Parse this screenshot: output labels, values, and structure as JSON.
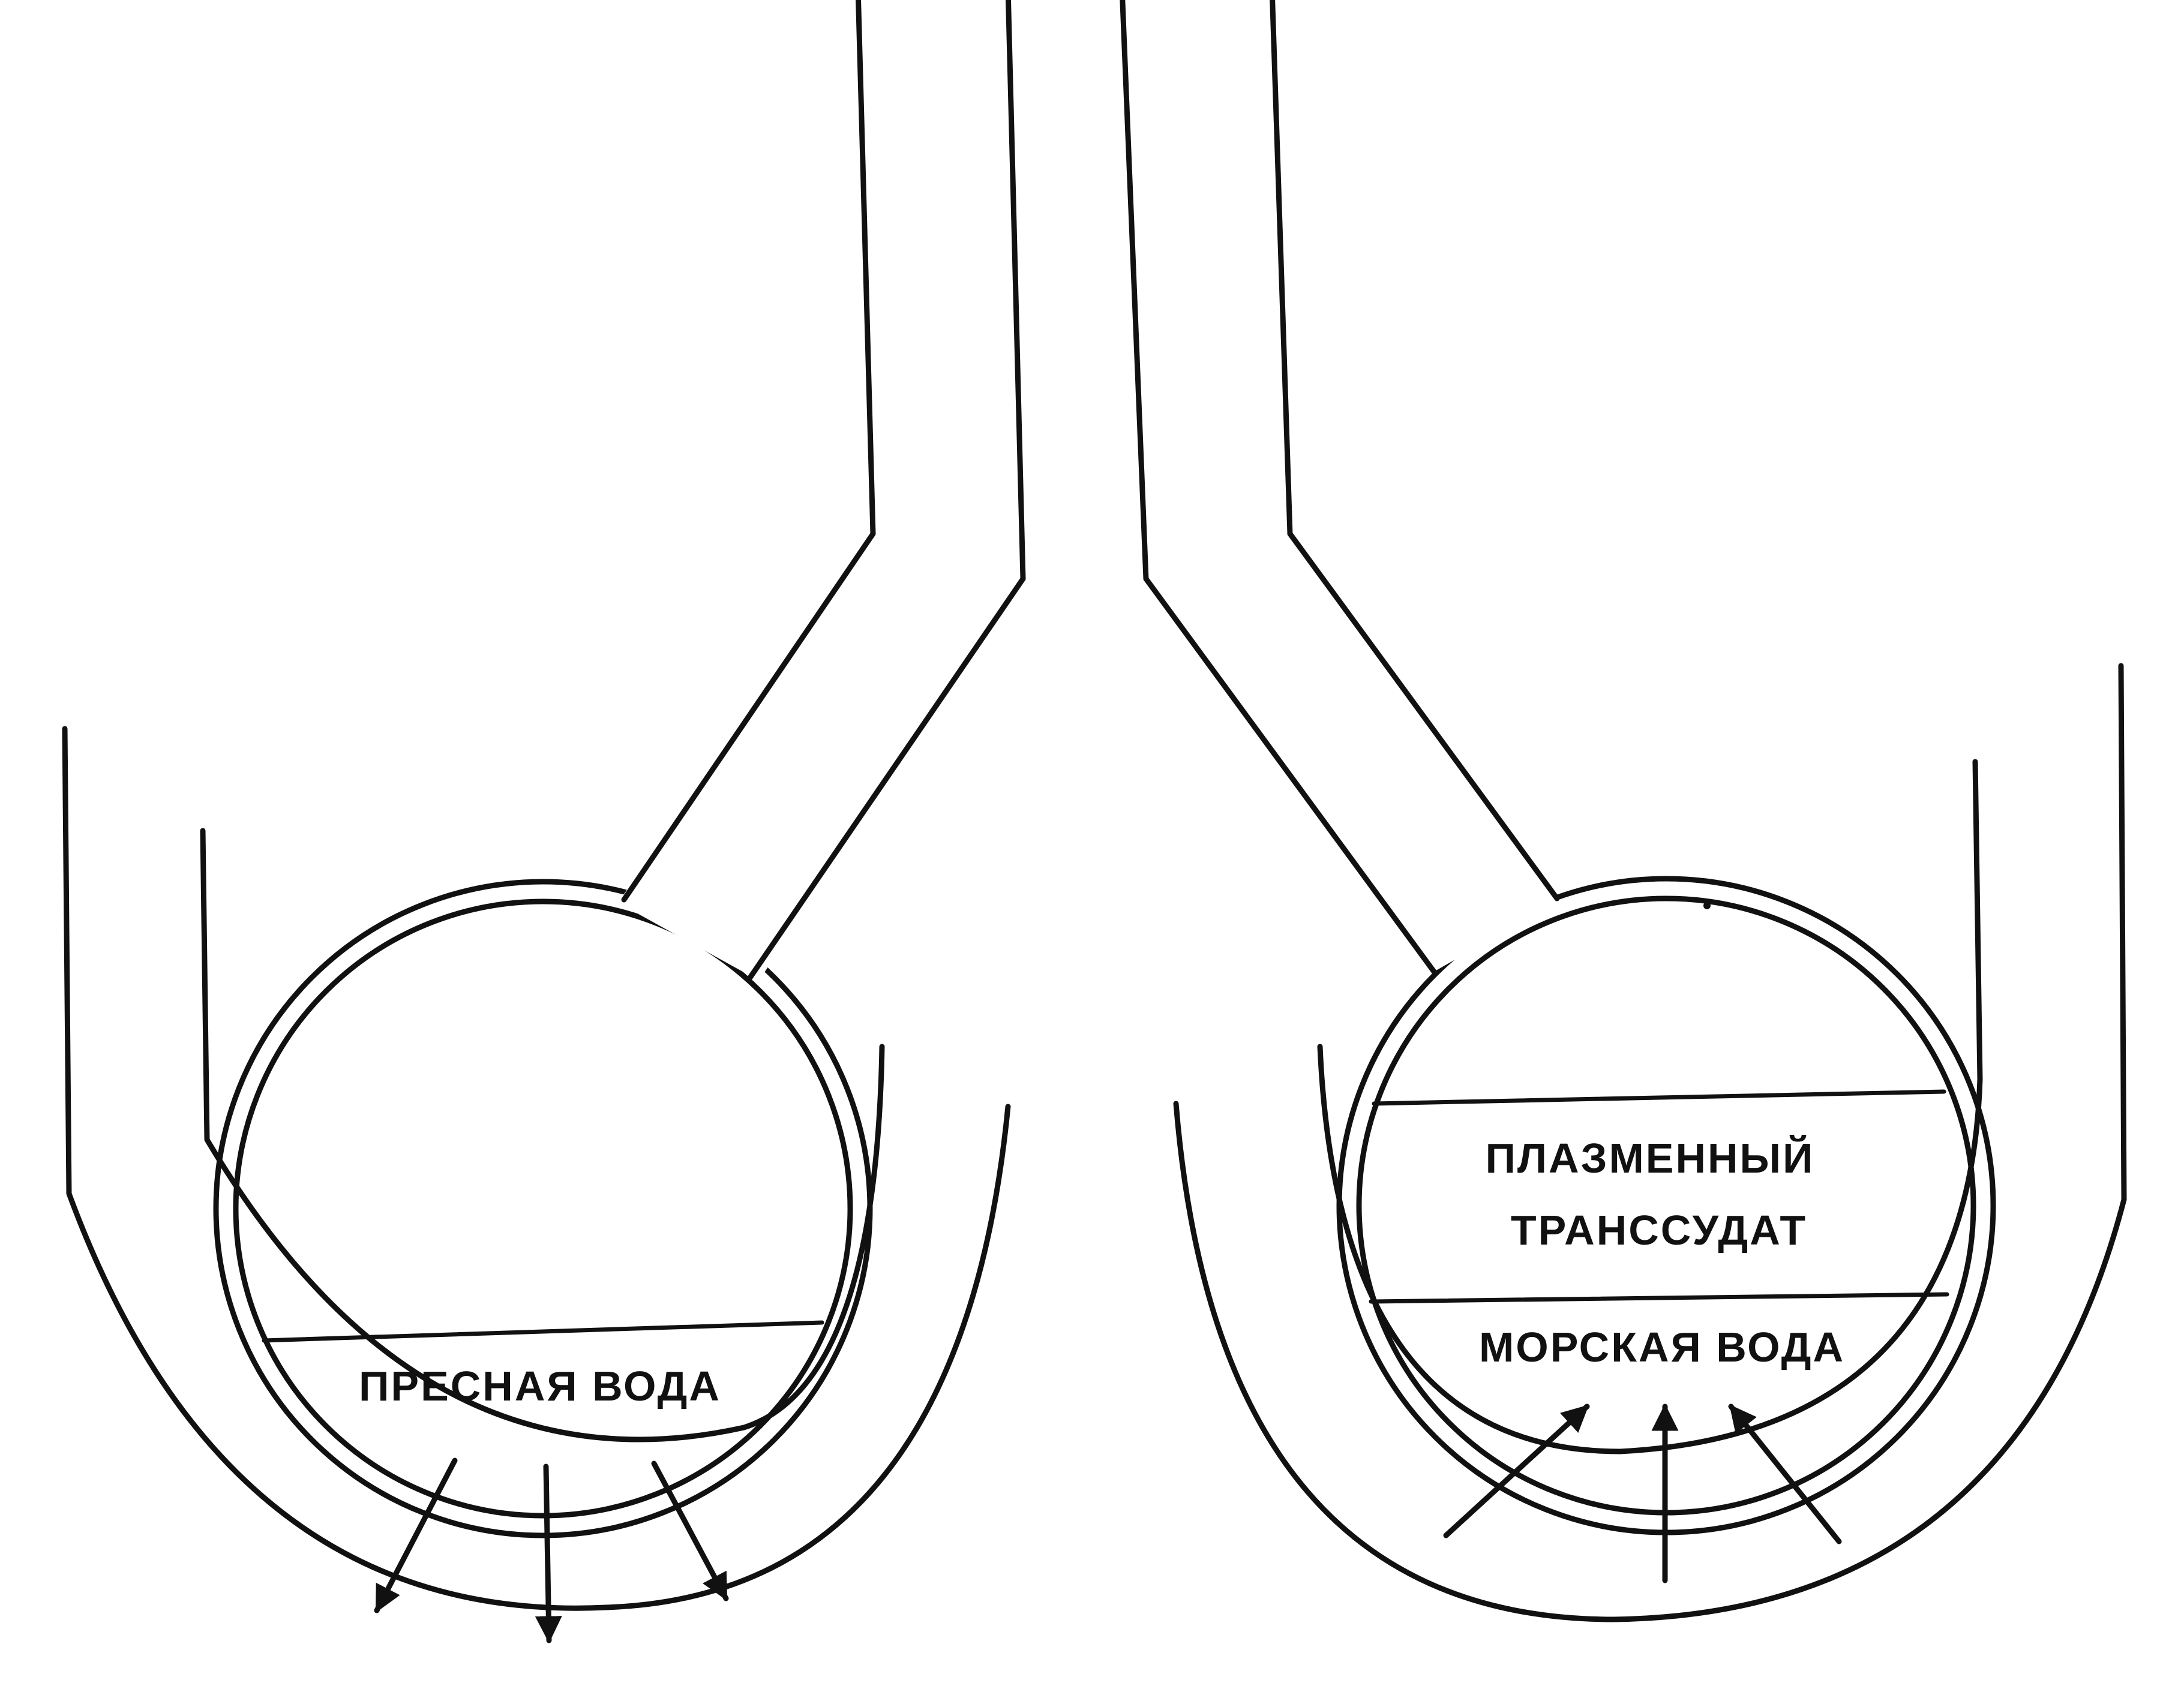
{
  "colors": {
    "ink": "#111111",
    "background": "#ffffff"
  },
  "labels": {
    "fresh_water": "ПРЕСНАЯ ВОДА",
    "plasma_line1": "ПЛАЗМЕННЫЙ",
    "plasma_line2": "ТРАНССУДАТ",
    "sea_water": "МОРСКАЯ ВОДА"
  }
}
